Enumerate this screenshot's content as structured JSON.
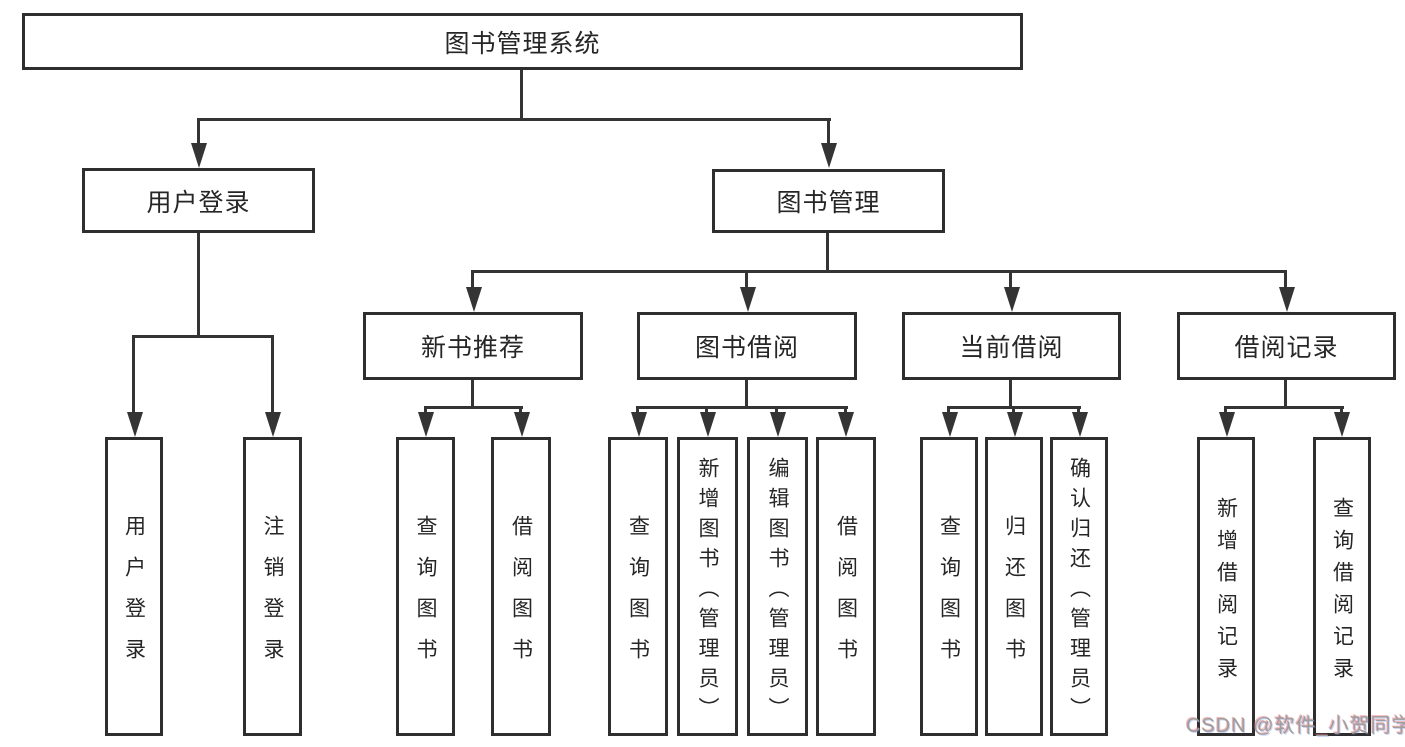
{
  "diagram_title": "图书管理系统",
  "colors": {
    "line": "#343434",
    "box_border": "#2e2e2e",
    "box_background": "#ffffff",
    "text": "#262626",
    "watermark_text": "#9e9e9e"
  },
  "tree": {
    "root": {
      "label": "图书管理系统"
    },
    "branches": [
      {
        "label": "用户登录",
        "children": [
          {
            "label": "用户登录"
          },
          {
            "label": "注销登录"
          }
        ]
      },
      {
        "label": "图书管理",
        "children": [
          {
            "label": "新书推荐",
            "children": [
              {
                "label": "查询图书"
              },
              {
                "label": "借阅图书"
              }
            ]
          },
          {
            "label": "图书借阅",
            "children": [
              {
                "label": "查询图书"
              },
              {
                "label": "新增图书（管理员）"
              },
              {
                "label": "编辑图书（管理员）"
              },
              {
                "label": "借阅图书"
              }
            ]
          },
          {
            "label": "当前借阅",
            "children": [
              {
                "label": "查询图书"
              },
              {
                "label": "归还图书"
              },
              {
                "label": "确认归还（管理员）"
              }
            ]
          },
          {
            "label": "借阅记录",
            "children": [
              {
                "label": "新增借阅记录"
              },
              {
                "label": "查询借阅记录"
              }
            ]
          }
        ]
      }
    ]
  },
  "watermark": {
    "text": "CSDN @软件_小贺同学"
  }
}
